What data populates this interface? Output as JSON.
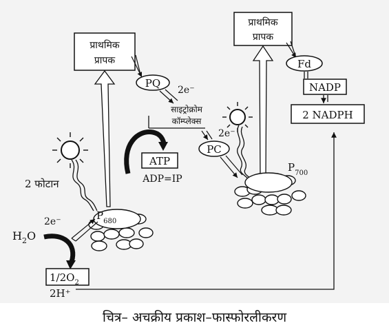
{
  "figure": {
    "acceptor_left": {
      "line1": "प्राथमिक",
      "line2": "प्रापक"
    },
    "acceptor_right": {
      "line1": "प्राथमिक",
      "line2": "प्रापक"
    },
    "pq": "PQ",
    "electron_pq": "2e⁻",
    "cytochrome": {
      "line1": "साइट्रोक्रोम",
      "line2": "कॉम्प्लेक्स"
    },
    "electron_pc": "2e⁻",
    "pc": "PC",
    "atp": "ATP",
    "adp": "ADP=IP",
    "p700": {
      "base": "P",
      "sub": "700"
    },
    "fd": "Fd",
    "nadp": "NADP",
    "nadph": "2 NADPH",
    "photons": "2 फोटान",
    "electron_p680": "2e⁻",
    "p680": {
      "base": "P",
      "sub": "680"
    },
    "water": {
      "base": "H",
      "sub": "2",
      "tail": "O"
    },
    "oxygen": {
      "pre": "1/2O",
      "sub": "2"
    },
    "protons": "2H⁺"
  },
  "caption": "चित्र– अचक्रीय प्रकाश–फास्फोरलीकरण"
}
